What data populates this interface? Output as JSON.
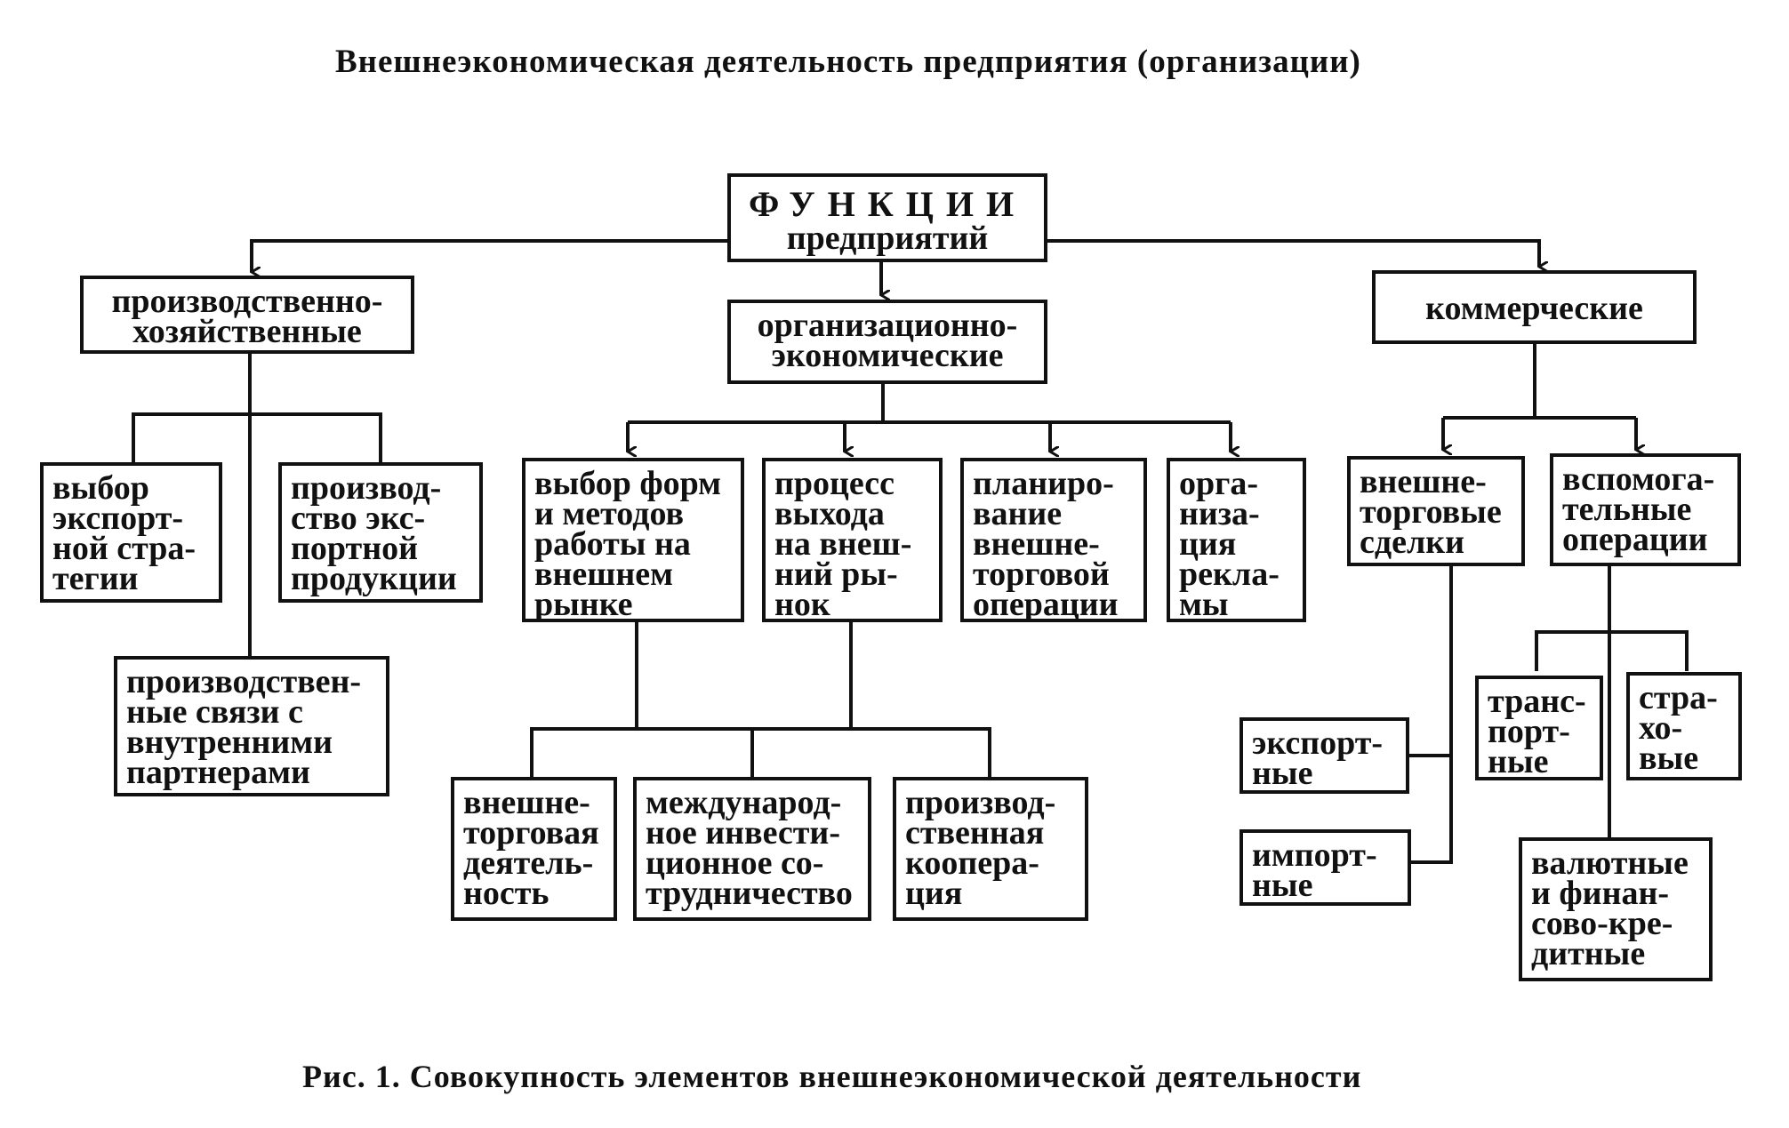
{
  "title": "Внешнеэкономическая деятельность предприятия (организации)",
  "caption": "Рис. 1. Совокупность элементов внешнеэкономической деятельности",
  "root": {
    "line1": "ФУНКЦИИ",
    "line2": "предприятий"
  },
  "branches": {
    "production": {
      "label": [
        "производственно-",
        "хозяйственные"
      ],
      "children": [
        [
          "выбор",
          "экспорт-",
          "ной стра-",
          "тегии"
        ],
        [
          "производ-",
          "ство экс-",
          "портной",
          "продукции"
        ],
        [
          "производствен-",
          "ные связи с",
          "внутренними",
          "партнерами"
        ]
      ]
    },
    "organizational": {
      "label": [
        "организационно-",
        "экономические"
      ],
      "children": [
        [
          "выбор форм",
          "и методов",
          "работы на",
          "внешнем",
          "рынке"
        ],
        [
          "процесс",
          "выхода",
          "на внеш-",
          "ний ры-",
          "нок"
        ],
        [
          "планиро-",
          "вание",
          "внешне-",
          "торговой",
          "операции"
        ],
        [
          "орга-",
          "низа-",
          "ция",
          "рекла-",
          "мы"
        ]
      ],
      "sub_children": [
        [
          "внешне-",
          "торговая",
          "деятель-",
          "ность"
        ],
        [
          "международ-",
          "ное инвести-",
          "ционное со-",
          "трудничество"
        ],
        [
          "производ-",
          "ственная",
          "коопера-",
          "ция"
        ]
      ]
    },
    "commercial": {
      "label": [
        "коммерческие"
      ],
      "children": [
        [
          "внешне-",
          "торговые",
          "сделки"
        ],
        [
          "вспомога-",
          "тельные",
          "операции"
        ]
      ],
      "deals": [
        [
          "экспорт-",
          "ные"
        ],
        [
          "импорт-",
          "ные"
        ]
      ],
      "auxiliary": [
        [
          "транс-",
          "порт-",
          "ные"
        ],
        [
          "стра-",
          "хо-",
          "вые"
        ],
        [
          "валютные",
          "и финан-",
          "сово-кре-",
          "дитные"
        ]
      ]
    }
  }
}
